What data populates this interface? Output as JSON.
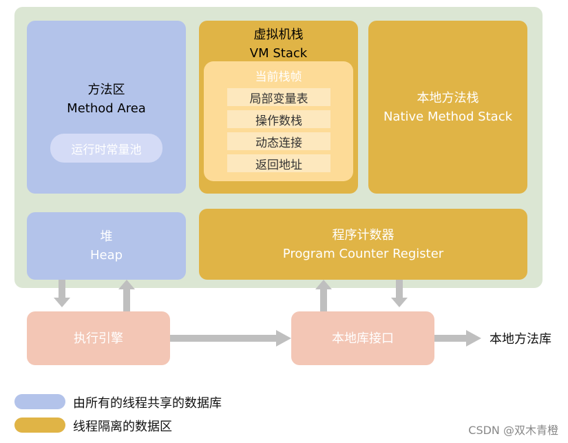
{
  "method_area": {
    "zh": "方法区",
    "en": "Method Area",
    "const_pool": "运行时常量池"
  },
  "vm_stack": {
    "zh": "虚拟机栈",
    "en": "VM Stack",
    "frame_title": "当前栈帧",
    "frame_items": [
      "局部变量表",
      "操作数栈",
      "动态连接",
      "返回地址"
    ]
  },
  "native_stack": {
    "zh": "本地方法栈",
    "en": "Native Method Stack"
  },
  "heap": {
    "zh": "堆",
    "en": "Heap"
  },
  "pc_register": {
    "zh": "程序计数器",
    "en": "Program Counter Register"
  },
  "exec_engine": "执行引擎",
  "native_interface": "本地库接口",
  "native_library": "本地方法库",
  "legend": [
    {
      "label": "由所有的线程共享的数据库",
      "color": "#b3c3ea"
    },
    {
      "label": "线程隔离的数据区",
      "color": "#e0b446"
    }
  ],
  "watermark": "CSDN @双木青橙",
  "colors": {
    "shared": "#b3c3ea",
    "isolated": "#e0b446",
    "interface": "#f3c6b5",
    "runtime_bg": "#dbe6d3",
    "arrow": "#bfbfbf"
  }
}
